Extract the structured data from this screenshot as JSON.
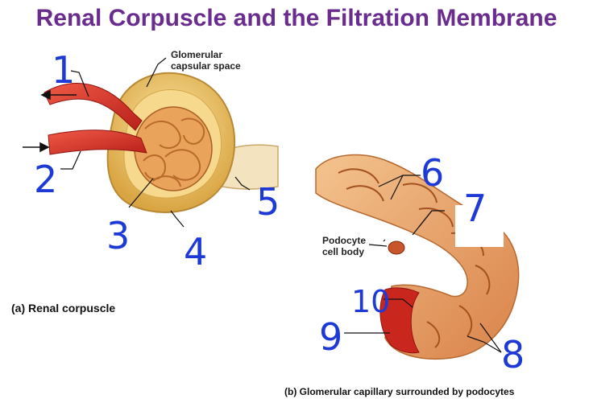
{
  "title": "Renal Corpuscle and the Filtration Membrane",
  "labels": {
    "capsular_space_line1": "Glomerular",
    "capsular_space_line2": "capsular space",
    "podocyte_line1": "Podocyte",
    "podocyte_line2": "cell body"
  },
  "captions": {
    "a": "(a) Renal corpuscle",
    "b": "(b) Glomerular capillary surrounded by podocytes"
  },
  "handwritten_numbers": [
    "1",
    "2",
    "3",
    "4",
    "5",
    "6",
    "7",
    "8",
    "9",
    "10"
  ],
  "colors": {
    "title": "#6a2c8e",
    "annotation_ink": "#1d3ad6",
    "vessel": "#d8322a",
    "capsule": "#e8b957",
    "capillary_tissue": "#e89a5c"
  }
}
